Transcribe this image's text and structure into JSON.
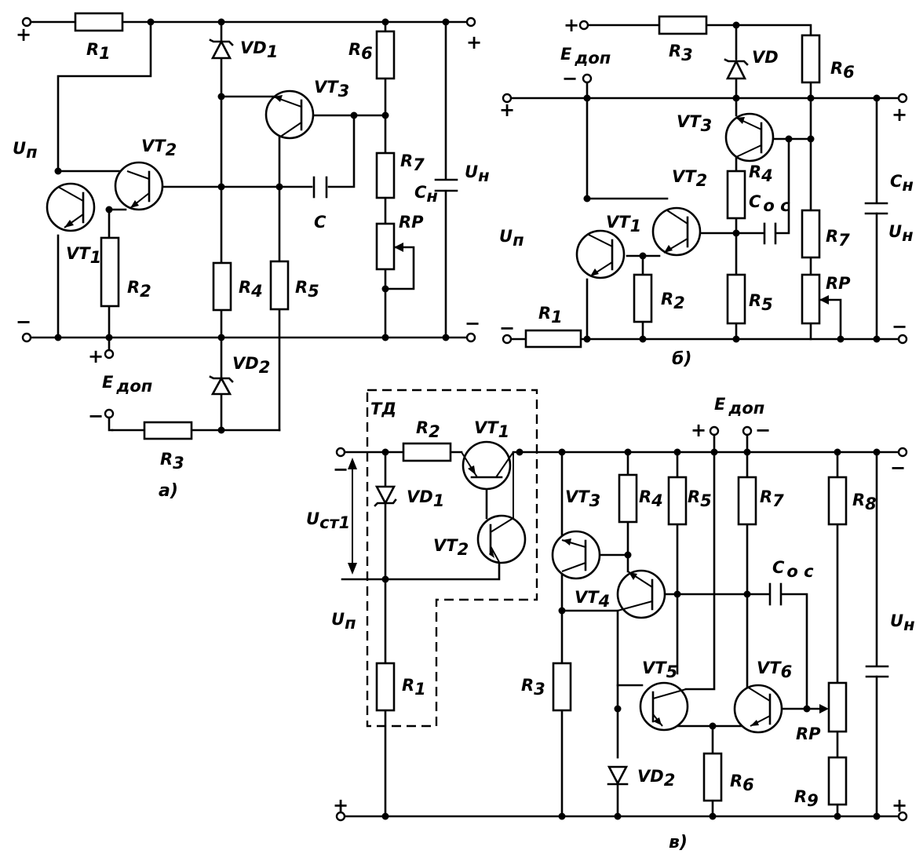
{
  "circuit_a": {
    "caption": "а)",
    "plus_in": "+",
    "plus_out": "+",
    "minus_in": "−",
    "minus_out": "−",
    "R1": "R",
    "R1_sub": "1",
    "VD1": "VD",
    "VD1_sub": "1",
    "R6": "R",
    "R6_sub": "6",
    "VT3": "VT",
    "VT3_sub": "3",
    "Un": "U",
    "Un_sub": "п",
    "VT2": "VT",
    "VT2_sub": "2",
    "R7": "R",
    "R7_sub": "7",
    "Cn": "C",
    "Cn_sub": "н",
    "Uload": "U",
    "Uload_sub": "н",
    "C": "C",
    "RP": "RP",
    "VT1": "VT",
    "VT1_sub": "1",
    "R2": "R",
    "R2_sub": "2",
    "R4": "R",
    "R4_sub": "4",
    "R5": "R",
    "R5_sub": "5",
    "VD2": "VD",
    "VD2_sub": "2",
    "edop_plus": "+",
    "edop_minus": "−",
    "Edop": "E",
    "Edop_sub": "доп",
    "R3": "R",
    "R3_sub": "3"
  },
  "circuit_b": {
    "caption": "б)",
    "plus_top": "+",
    "plus_in": "+",
    "plus_out": "+",
    "minus_in": "−",
    "minus_out": "−",
    "Edop": "E",
    "Edop_sub": "доп",
    "edop_minus": "−",
    "R3": "R",
    "R3_sub": "3",
    "VD": "VD",
    "R6": "R",
    "R6_sub": "6",
    "VT3": "VT",
    "VT3_sub": "3",
    "VT2": "VT",
    "VT2_sub": "2",
    "R4": "R",
    "R4_sub": "4",
    "Cos": "C",
    "Cos_sub": "о с",
    "Cn": "C",
    "Cn_sub": "н",
    "Un": "U",
    "Un_sub": "п",
    "VT1": "VT",
    "VT1_sub": "1",
    "R7": "R",
    "R7_sub": "7",
    "Uload": "U",
    "Uload_sub": "н",
    "R1": "R",
    "R1_sub": "1",
    "R2": "R",
    "R2_sub": "2",
    "R5": "R",
    "R5_sub": "5",
    "RP": "RP"
  },
  "circuit_v": {
    "caption": "в)",
    "TD": "ТД",
    "R2": "R",
    "R2_sub": "2",
    "VT1": "VT",
    "VT1_sub": "1",
    "Edop": "E",
    "Edop_sub": "доп",
    "edop_plus": "+",
    "edop_minus": "−",
    "minus_in": "−",
    "minus_out": "−",
    "plus_in": "+",
    "plus_out": "+",
    "VD1": "VD",
    "VD1_sub": "1",
    "VT3": "VT",
    "VT3_sub": "3",
    "R4": "R",
    "R4_sub": "4",
    "R5": "R",
    "R5_sub": "5",
    "R7": "R",
    "R7_sub": "7",
    "R8": "R",
    "R8_sub": "8",
    "Ust": "U",
    "Ust_sub": "ст1",
    "VT2": "VT",
    "VT2_sub": "2",
    "VT4": "VT",
    "VT4_sub": "4",
    "Cos": "C",
    "Cos_sub": "о с",
    "Un": "U",
    "Un_sub": "п",
    "Uload": "U",
    "Uload_sub": "н",
    "R1": "R",
    "R1_sub": "1",
    "R3": "R",
    "R3_sub": "3",
    "VT5": "VT",
    "VT5_sub": "5",
    "VT6": "VT",
    "VT6_sub": "6",
    "RP": "RP",
    "VD2": "VD",
    "VD2_sub": "2",
    "R6": "R",
    "R6_sub": "6",
    "R9": "R",
    "R9_sub": "9"
  }
}
